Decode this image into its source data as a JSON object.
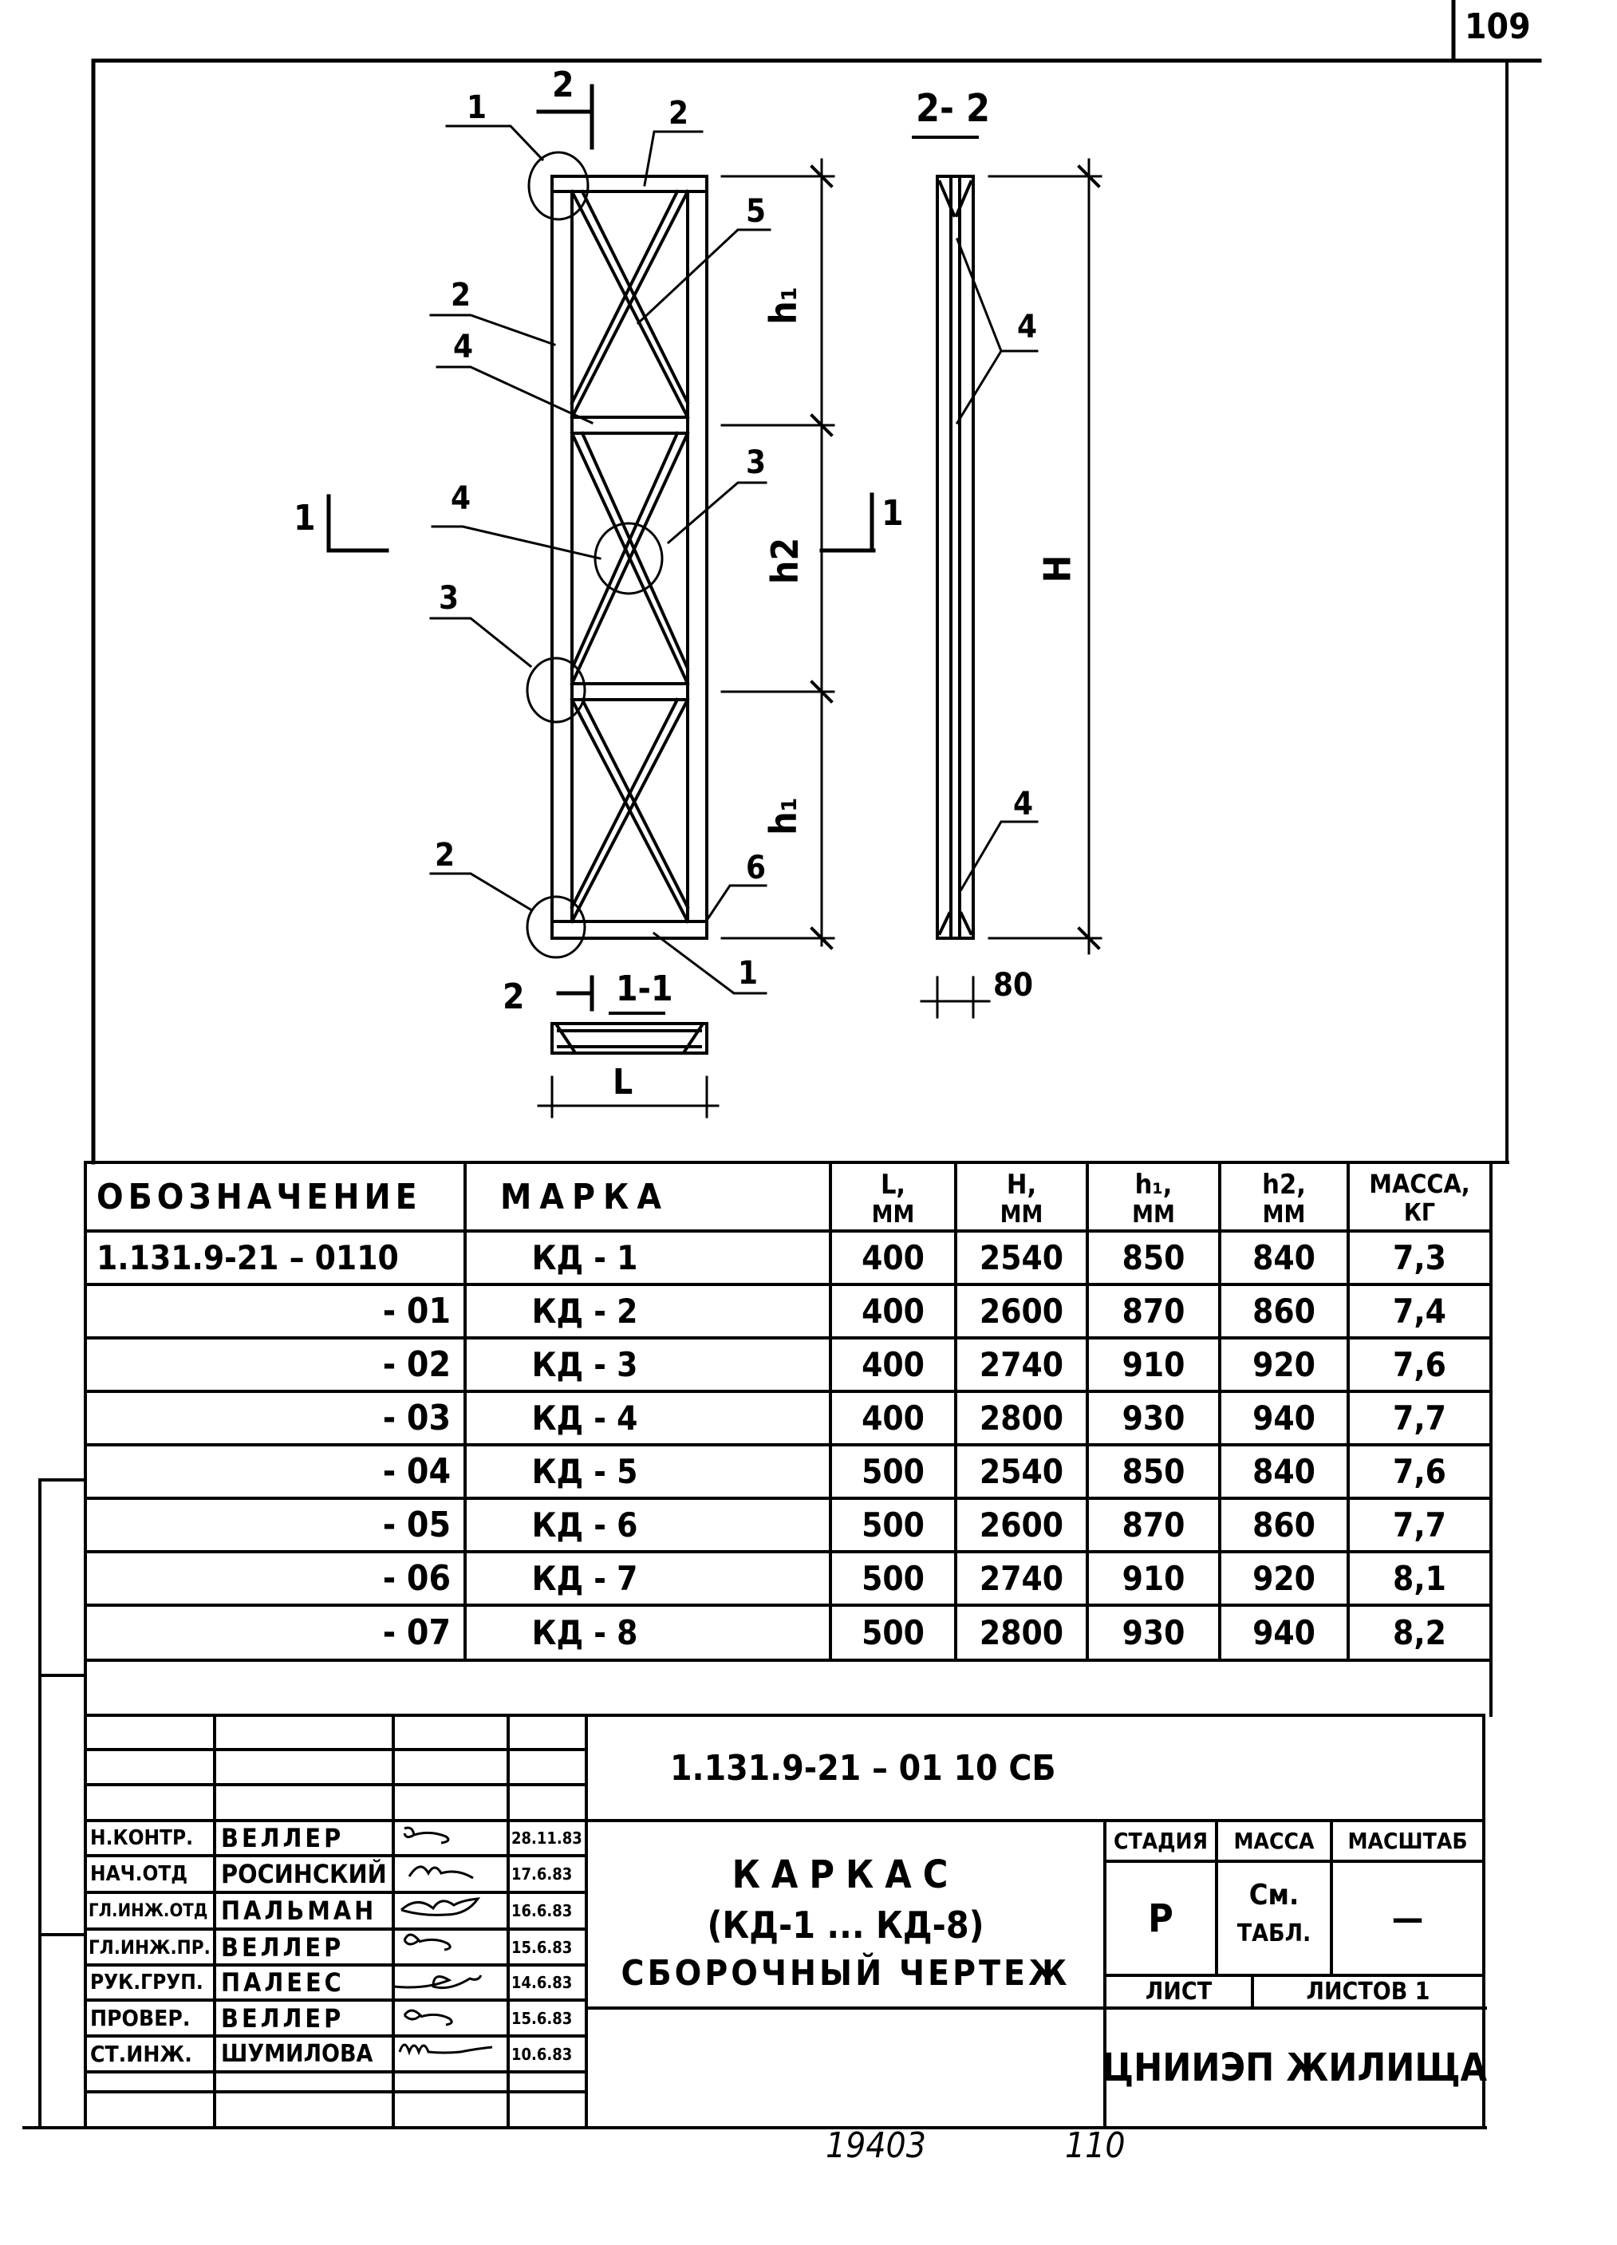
{
  "page_number": "109",
  "drawing": {
    "section_2_2_label": "2- 2",
    "section_1_1_label": "1-1",
    "section_marks": {
      "top_2": "2",
      "bottom_2": "2",
      "left_1": "1",
      "right_1": "1"
    },
    "callouts": {
      "c1_top": "1",
      "c2_top": "2",
      "c5": "5",
      "c2_left": "2",
      "c4_left_upper": "4",
      "c3_right": "3",
      "c4_left_mid": "4",
      "c3_left": "3",
      "c2_bottom": "2",
      "c6": "6",
      "c1_bottom": "1",
      "c4_side_upper": "4",
      "c4_side_lower": "4"
    },
    "dimensions": {
      "h1_top": "h₁",
      "h2": "h2",
      "h1_bottom": "h₁",
      "H": "H",
      "L": "L",
      "depth": "80"
    }
  },
  "spec_table": {
    "headers": {
      "designation": "Обозначение",
      "mark": "Марка",
      "L": "L,",
      "H": "H,",
      "h1": "h₁,",
      "h2": "h2,",
      "mass": "Масса,",
      "unit_mm": "мм",
      "unit_kg": "кг"
    },
    "rows": [
      {
        "designation": "1.131.9-21 – 0110",
        "mark": "КД - 1",
        "L": "400",
        "H": "2540",
        "h1": "850",
        "h2": "840",
        "mass": "7,3"
      },
      {
        "designation": "- 01",
        "mark": "КД - 2",
        "L": "400",
        "H": "2600",
        "h1": "870",
        "h2": "860",
        "mass": "7,4"
      },
      {
        "designation": "- 02",
        "mark": "КД - 3",
        "L": "400",
        "H": "2740",
        "h1": "910",
        "h2": "920",
        "mass": "7,6"
      },
      {
        "designation": "- 03",
        "mark": "КД - 4",
        "L": "400",
        "H": "2800",
        "h1": "930",
        "h2": "940",
        "mass": "7,7"
      },
      {
        "designation": "- 04",
        "mark": "КД - 5",
        "L": "500",
        "H": "2540",
        "h1": "850",
        "h2": "840",
        "mass": "7,6"
      },
      {
        "designation": "- 05",
        "mark": "КД - 6",
        "L": "500",
        "H": "2600",
        "h1": "870",
        "h2": "860",
        "mass": "7,7"
      },
      {
        "designation": "- 06",
        "mark": "КД - 7",
        "L": "500",
        "H": "2740",
        "h1": "910",
        "h2": "920",
        "mass": "8,1"
      },
      {
        "designation": "- 07",
        "mark": "КД - 8",
        "L": "500",
        "H": "2800",
        "h1": "930",
        "h2": "940",
        "mass": "8,2"
      }
    ]
  },
  "title_block": {
    "document_code": "1.131.9-21 – 01 10 СБ",
    "title_line1": "Каркас",
    "title_line2": "(КД-1 ... КД-8)",
    "title_line3": "Сборочный чертеж",
    "staff": [
      {
        "role": "Н.контр.",
        "name": "Веллер",
        "date": "28.11.83"
      },
      {
        "role": "Нач.отд",
        "name": "Росинский",
        "date": "17.6.83"
      },
      {
        "role": "Гл.инж.отд",
        "name": "Пальман",
        "date": "16.6.83"
      },
      {
        "role": "Гл.инж.пр.",
        "name": "Веллер",
        "date": "15.6.83"
      },
      {
        "role": "Рук.груп.",
        "name": "Палеес",
        "date": "14.6.83"
      },
      {
        "role": "Провер.",
        "name": "Веллер",
        "date": "15.6.83"
      },
      {
        "role": "Ст.инж.",
        "name": "Шумилова",
        "date": "10.6.83"
      }
    ],
    "stage_header": "Стадия",
    "mass_header": "Масса",
    "scale_header": "Масштаб",
    "stage_value": "Р",
    "mass_value_line1": "См.",
    "mass_value_line2": "табл.",
    "scale_value": "—",
    "sheet_label": "Лист",
    "sheets_label": "Листов 1",
    "organization": "ЦНИИЭП жилища"
  },
  "footer": {
    "inventory_number": "19403",
    "page_ref": "110"
  }
}
